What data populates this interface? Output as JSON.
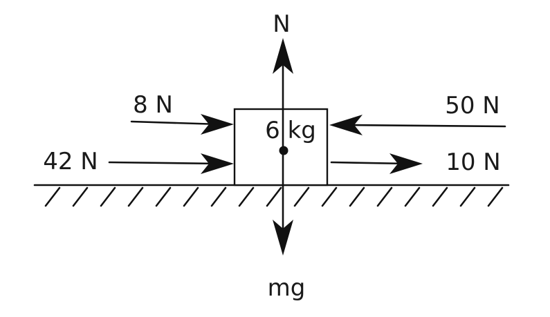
{
  "labels": {
    "normal": "N",
    "weight": "mg",
    "mass": "6 kg",
    "force_left_top": "8 N",
    "force_left_bottom": "42 N",
    "force_right_top": "50 N",
    "force_right_bottom": "10 N"
  }
}
